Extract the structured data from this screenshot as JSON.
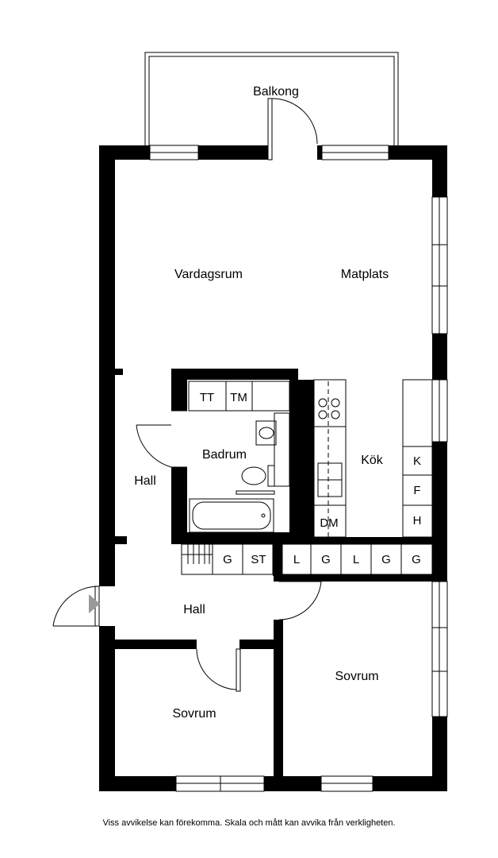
{
  "rooms": {
    "balcony": "Balkong",
    "living_room": "Vardagsrum",
    "dining": "Matplats",
    "bathroom": "Badrum",
    "hall_upper": "Hall",
    "kitchen": "Kök",
    "hall_lower": "Hall",
    "bedroom_small": "Sovrum",
    "bedroom_large": "Sovrum"
  },
  "fixtures": {
    "tt": "TT",
    "tm": "TM",
    "dm": "DM",
    "k": "K",
    "f": "F",
    "h": "H",
    "closets": [
      "G",
      "ST",
      "L",
      "G",
      "L",
      "G",
      "G"
    ]
  },
  "disclaimer": "Viss avvikelse kan förekomma. Skala och mått kan avvika från verkligheten."
}
